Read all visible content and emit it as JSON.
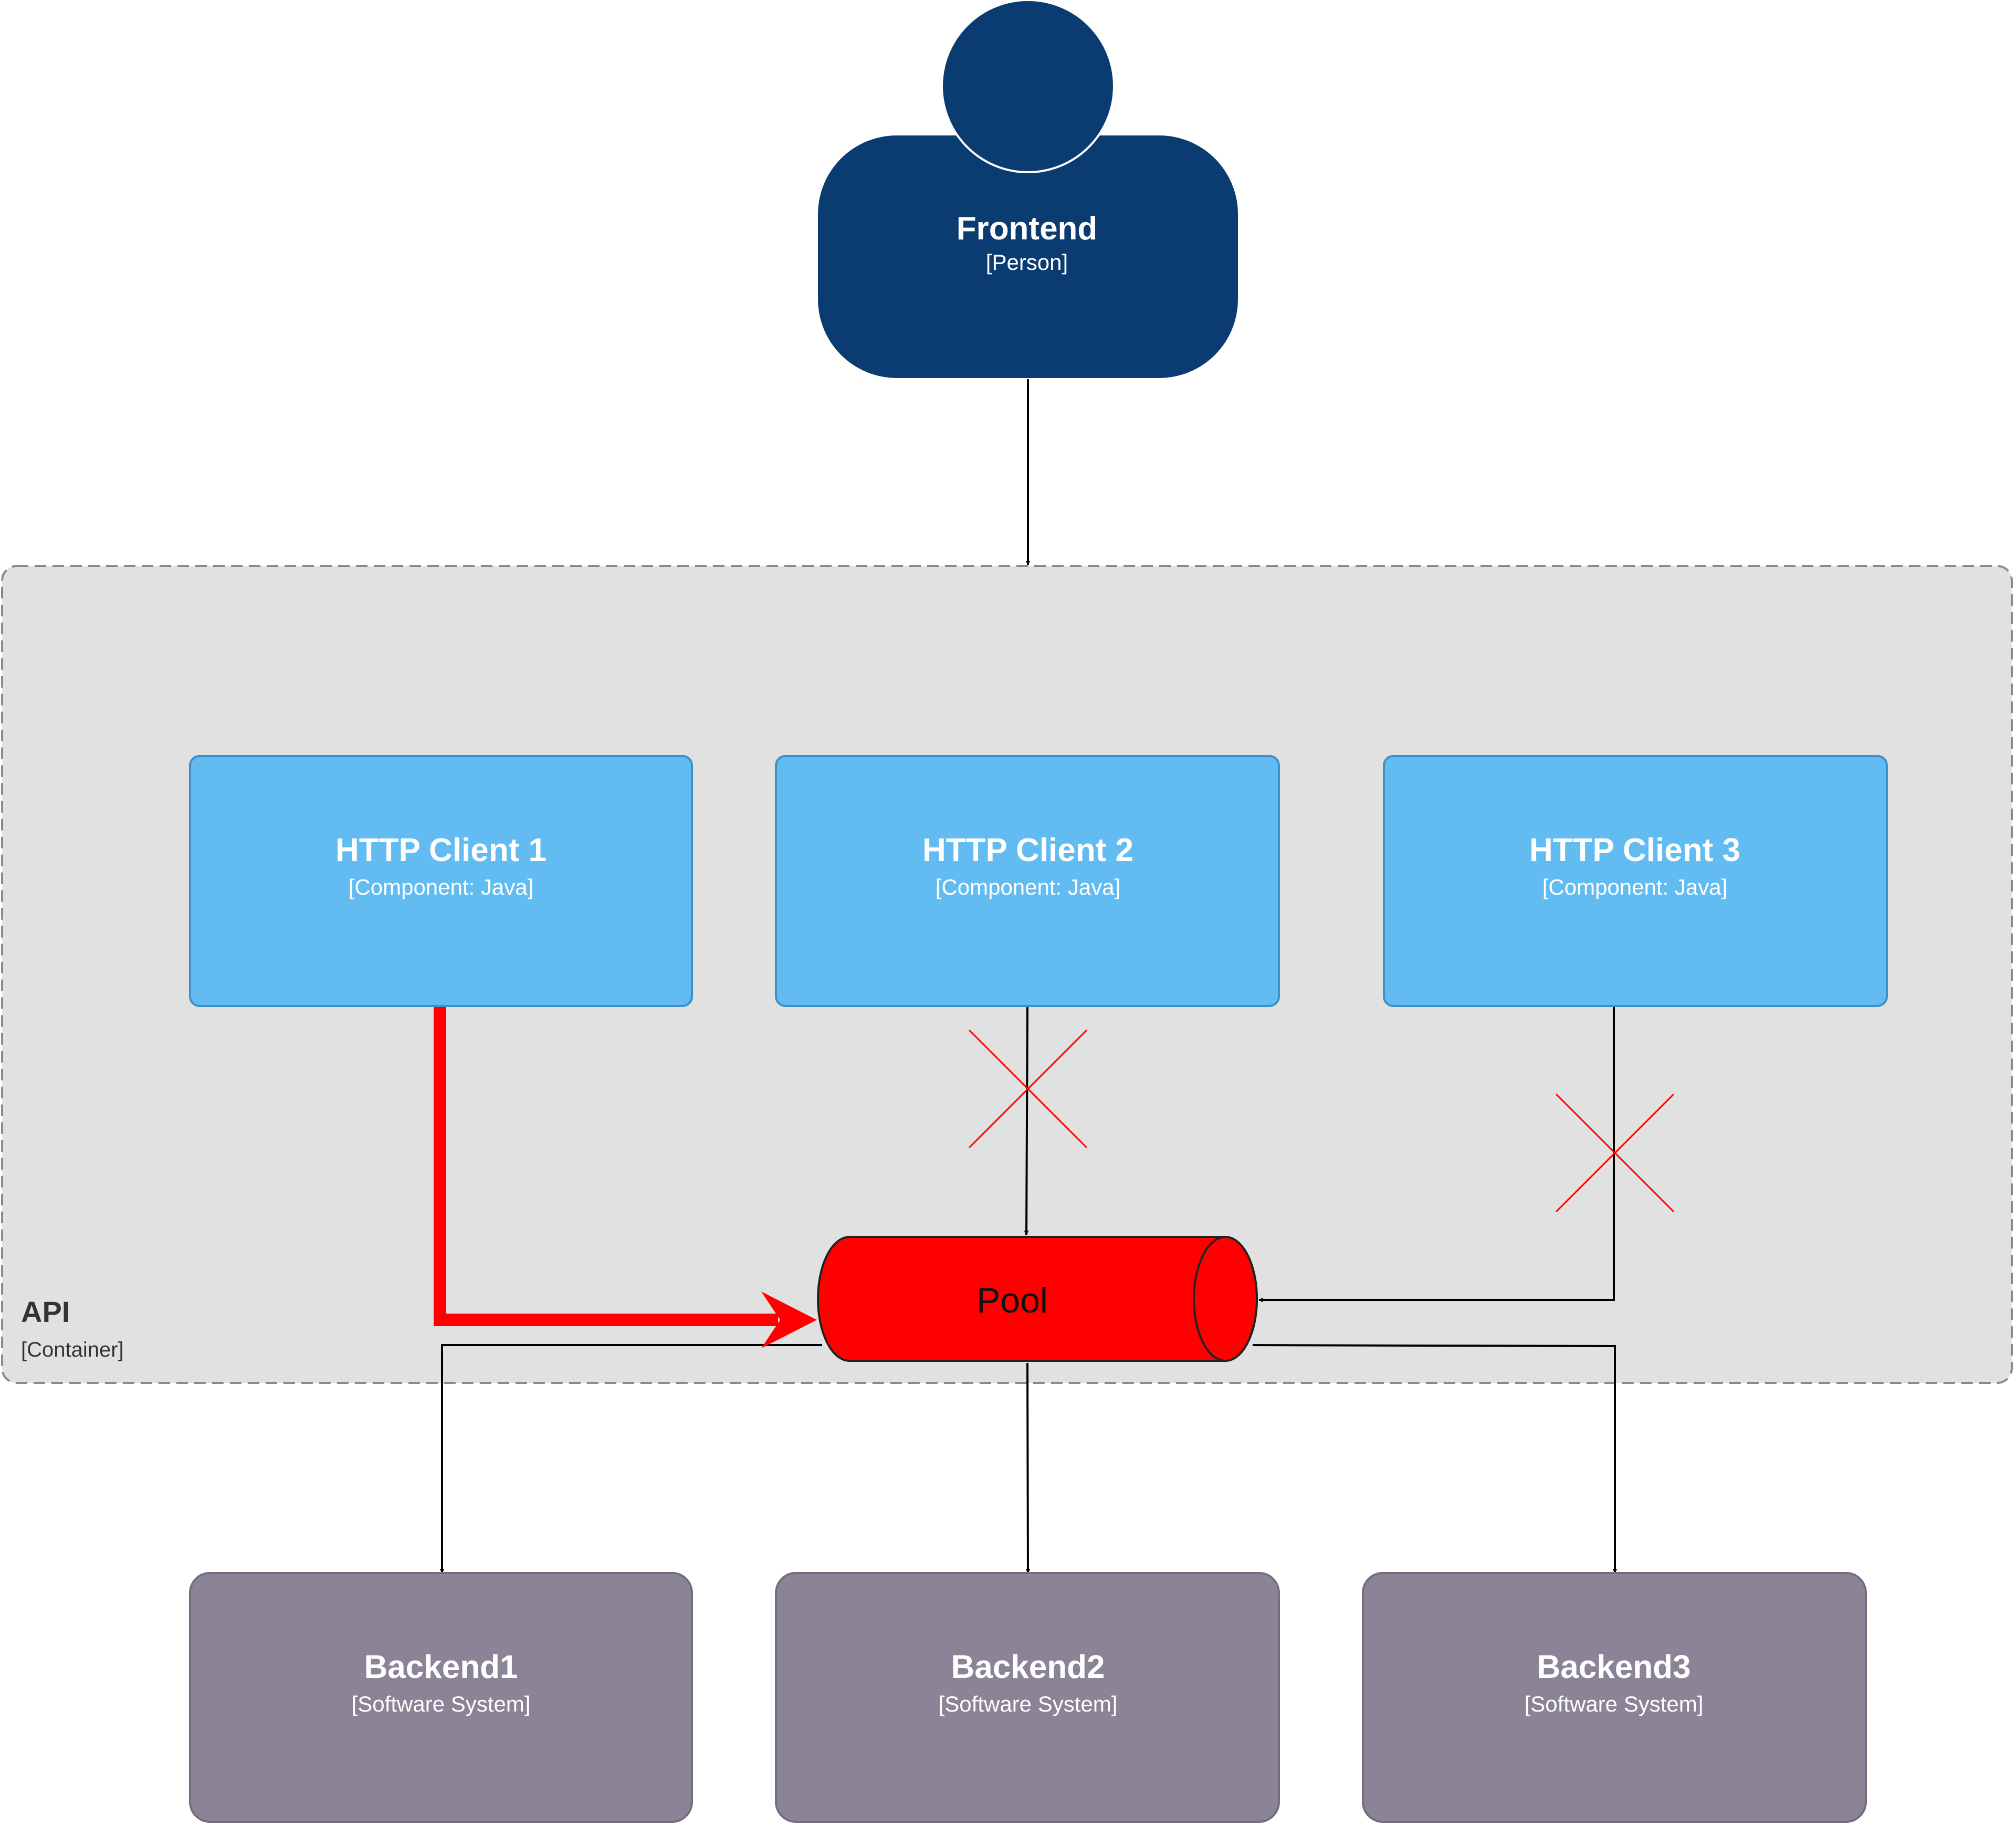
{
  "person": {
    "name": "Frontend",
    "type": "[Person]",
    "color": "#0b3c71"
  },
  "container": {
    "name": "API",
    "type": "[Container]",
    "fill": "#e1e1e1",
    "border": "#8a8a8a"
  },
  "components": [
    {
      "name": "HTTP Client 1",
      "type": "[Component: Java]"
    },
    {
      "name": "HTTP Client 2",
      "type": "[Component: Java]"
    },
    {
      "name": "HTTP Client 3",
      "type": "[Component: Java]"
    }
  ],
  "component_color": "#63bcf1",
  "pool": {
    "label": "Pool",
    "color": "#ff0000"
  },
  "systems": [
    {
      "name": "Backend1",
      "type": "[Software System]"
    },
    {
      "name": "Backend2",
      "type": "[Software System]"
    },
    {
      "name": "Backend3",
      "type": "[Software System]"
    }
  ],
  "system_color": "#8b8396",
  "blocked_marker_color": "#ff0000",
  "active_connection_color": "#ff0000"
}
